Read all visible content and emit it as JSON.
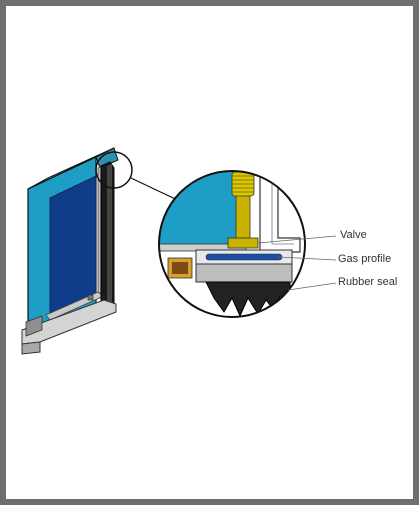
{
  "callouts": [
    {
      "label": "Valve"
    },
    {
      "label": "Gas profile"
    },
    {
      "label": "Rubber seal"
    }
  ],
  "colors": {
    "background_frame": "#6f6f6f",
    "panel": "#ffffff",
    "glass_cyan": "#1e9ec4",
    "glass_dark": "#0f3d8a",
    "seal": "#222222",
    "valve_body": "#c8b400",
    "leader_line": "#555555"
  }
}
